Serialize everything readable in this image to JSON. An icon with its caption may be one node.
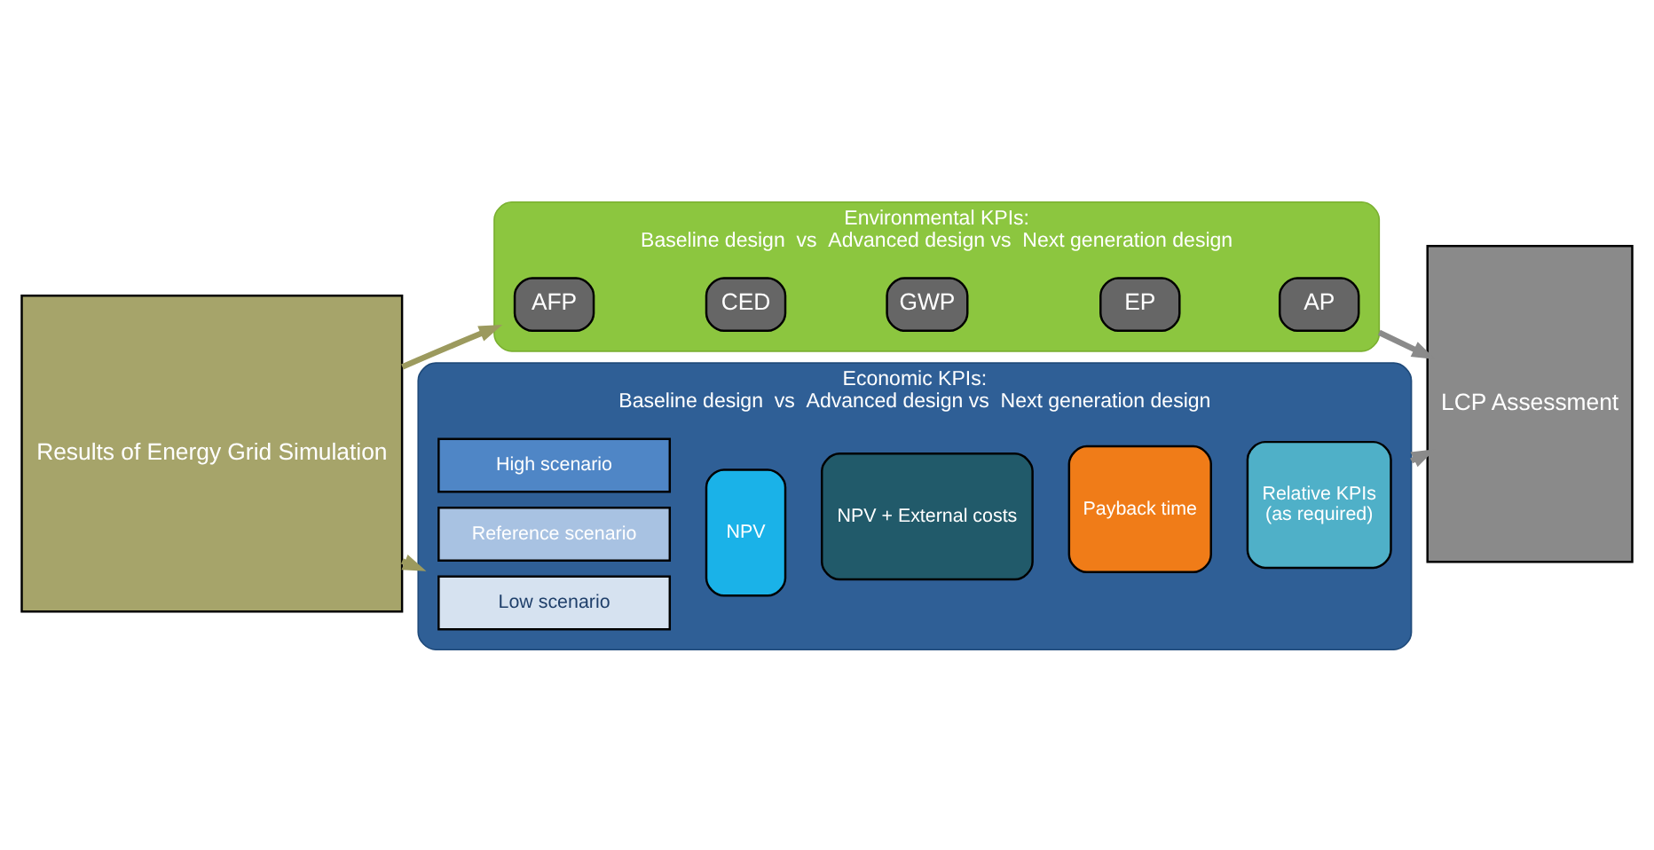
{
  "diagram": {
    "nodes": [
      {
        "text": [
          "Results of Energy Grid Simulation"
        ]
      },
      {
        "text": [
          "Environmental KPIs:",
          "Baseline design  vs  Advanced design vs  Next generation design"
        ]
      },
      {
        "text": [
          "AFP"
        ],
        "in": 1
      },
      {
        "text": [
          "CED"
        ],
        "in": 1
      },
      {
        "text": [
          "GWP"
        ],
        "in": 1
      },
      {
        "text": [
          "EP"
        ],
        "in": 1
      },
      {
        "text": [
          "AP"
        ],
        "in": 1
      },
      {
        "text": [
          "Economic KPIs:",
          "Baseline design  vs  Advanced design vs  Next generation design"
        ]
      },
      {
        "text": [
          "Low scenario"
        ],
        "in": 7
      },
      {
        "text": [
          "Reference scenario"
        ],
        "in": 7
      },
      {
        "text": [
          "High scenario"
        ],
        "in": 7
      },
      {
        "text": [
          "NPV"
        ],
        "in": 7
      },
      {
        "text": [
          "NPV + External costs"
        ],
        "in": 7
      },
      {
        "text": [
          "Payback time"
        ],
        "in": 7
      },
      {
        "text": [
          "Relative KPIs",
          "(as required)"
        ],
        "in": 7
      },
      {
        "text": [
          "LCP Assessment"
        ]
      }
    ],
    "edges": [
      {
        "from": 0,
        "to": 1,
        "arrow": "to",
        "color": "#9c9a5e"
      },
      {
        "from": 0,
        "to": 7,
        "arrow": "to",
        "color": "#9c9a5e"
      },
      {
        "from": 1,
        "to": 15,
        "arrow": "to",
        "color": "#8a8a8a"
      },
      {
        "from": 7,
        "to": 15,
        "arrow": "to",
        "color": "#8a8a8a"
      }
    ]
  }
}
